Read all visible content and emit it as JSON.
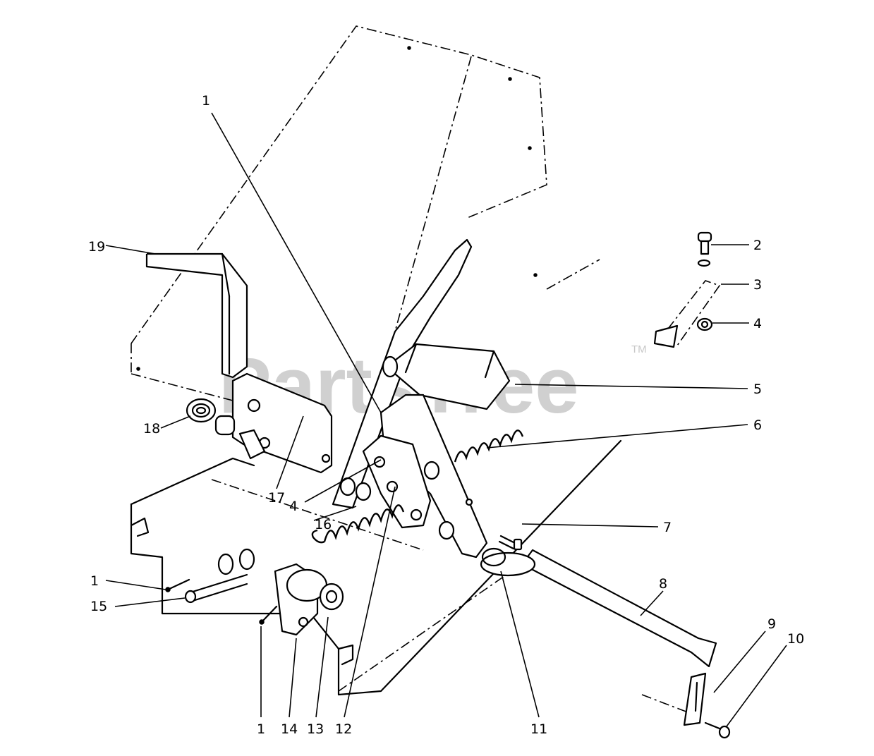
{
  "watermark": {
    "brand": "PartsTree",
    "trademark": "TM"
  },
  "callouts": {
    "c1_top": "1",
    "c2": "2",
    "c3": "3",
    "c4_right": "4",
    "c5": "5",
    "c6": "6",
    "c7": "7",
    "c8": "8",
    "c9": "9",
    "c10": "10",
    "c11": "11",
    "c12": "12",
    "c13": "13",
    "c14": "14",
    "c1_bottom": "1",
    "c1_left": "1",
    "c15": "15",
    "c16": "16",
    "c4_left": "4",
    "c17": "17",
    "c18": "18",
    "c19": "19"
  }
}
